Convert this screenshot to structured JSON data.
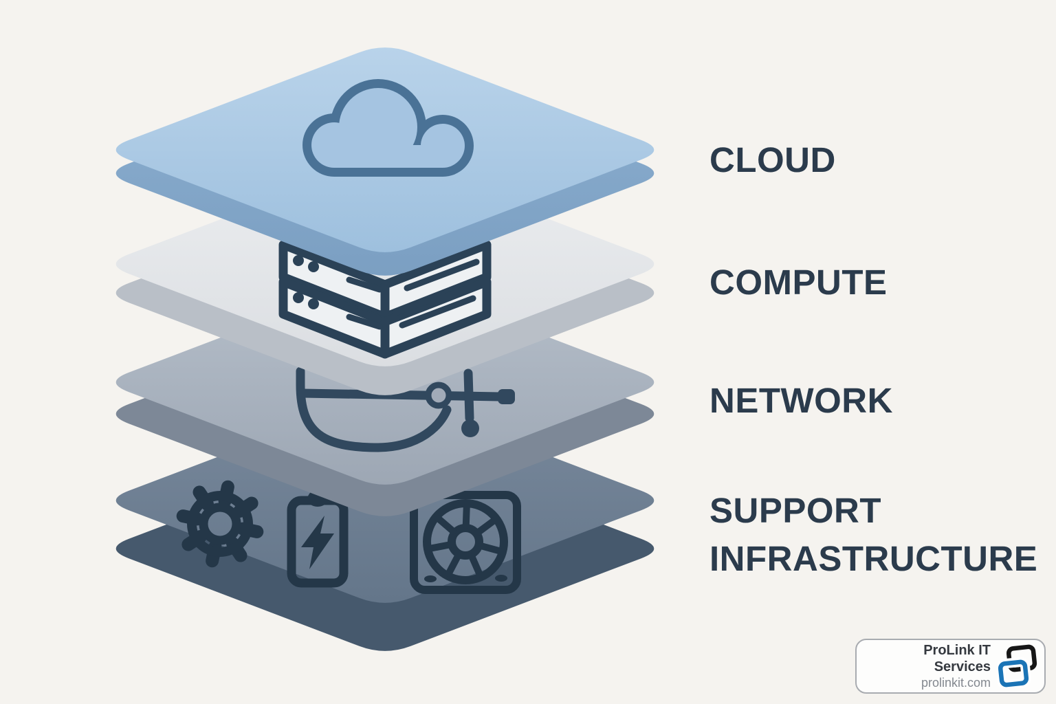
{
  "diagram": {
    "background": "#f5f3ef",
    "label_color": "#2b3b4c",
    "layers": [
      {
        "label": "CLOUD",
        "icon": "cloud-icon",
        "top_color": "#a9c7e3",
        "side_color": "#80a6c8"
      },
      {
        "label": "COMPUTE",
        "icon": "server-stack-icon",
        "top_color": "#e4e6e9",
        "side_color": "#b9bfc7"
      },
      {
        "label": "NETWORK",
        "icon": "network-link-icon",
        "top_color": "#a7b0bd",
        "side_color": "#7d8897"
      },
      {
        "label": "SUPPORT\nINFRASTRUCTURE",
        "icon": "gear-icon ups-battery-icon cooling-fan-icon",
        "top_color": "#6d7e91",
        "side_color": "#46596d"
      }
    ]
  },
  "branding": {
    "company": "ProLink IT Services",
    "website": "prolinkit.com",
    "logo": {
      "icon": "prolink-logo",
      "black": "#161616",
      "blue": "#1b74b6"
    }
  }
}
